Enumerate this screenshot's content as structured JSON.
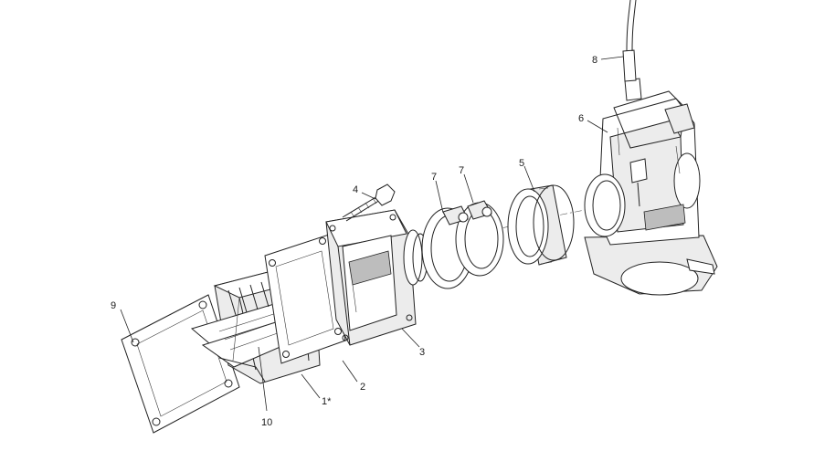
{
  "diagram": {
    "callouts": [
      {
        "id": "1",
        "text": "1*"
      },
      {
        "id": "2",
        "text": "2"
      },
      {
        "id": "3",
        "text": "3"
      },
      {
        "id": "4",
        "text": "4"
      },
      {
        "id": "5",
        "text": "5"
      },
      {
        "id": "6",
        "text": "6"
      },
      {
        "id": "7a",
        "text": "7"
      },
      {
        "id": "7b",
        "text": "7"
      },
      {
        "id": "8",
        "text": "8"
      },
      {
        "id": "9",
        "text": "9"
      },
      {
        "id": "10",
        "text": "10"
      }
    ]
  }
}
